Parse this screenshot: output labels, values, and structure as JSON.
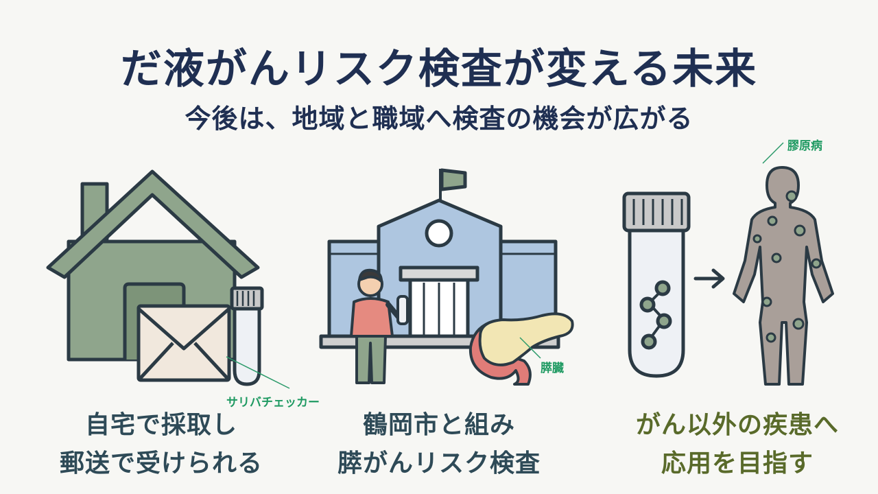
{
  "header": {
    "title": "だ液がんリスク検査が変える未来",
    "subtitle": "今後は、地域と職域へ検査の機会が広がる"
  },
  "labels": {
    "saliva_checker": "サリバチェッカー",
    "pancreas": "膵臓",
    "collagen_disease": "膠原病"
  },
  "panels": [
    {
      "line1": "自宅で採取し",
      "line2": "郵送で受けられる"
    },
    {
      "line1": "鶴岡市と組み",
      "line2": "膵がんリスク検査"
    },
    {
      "line1": "がん以外の疾患へ",
      "line2": "応用を目指す"
    }
  ],
  "colors": {
    "navy": "#1f2f52",
    "house_green": "#8fa58c",
    "building_blue": "#aec6e0",
    "pancreas_yellow": "#f2e6b4",
    "intestine_pink": "#e07c78",
    "body_taupe": "#a99f99",
    "label_green": "#1f9a62",
    "olive": "#596a2a"
  },
  "icons": [
    "house-icon",
    "envelope-icon",
    "test-tube-icon",
    "school-building-icon",
    "person-icon",
    "pancreas-icon",
    "arrow-right-icon",
    "human-body-icon"
  ]
}
